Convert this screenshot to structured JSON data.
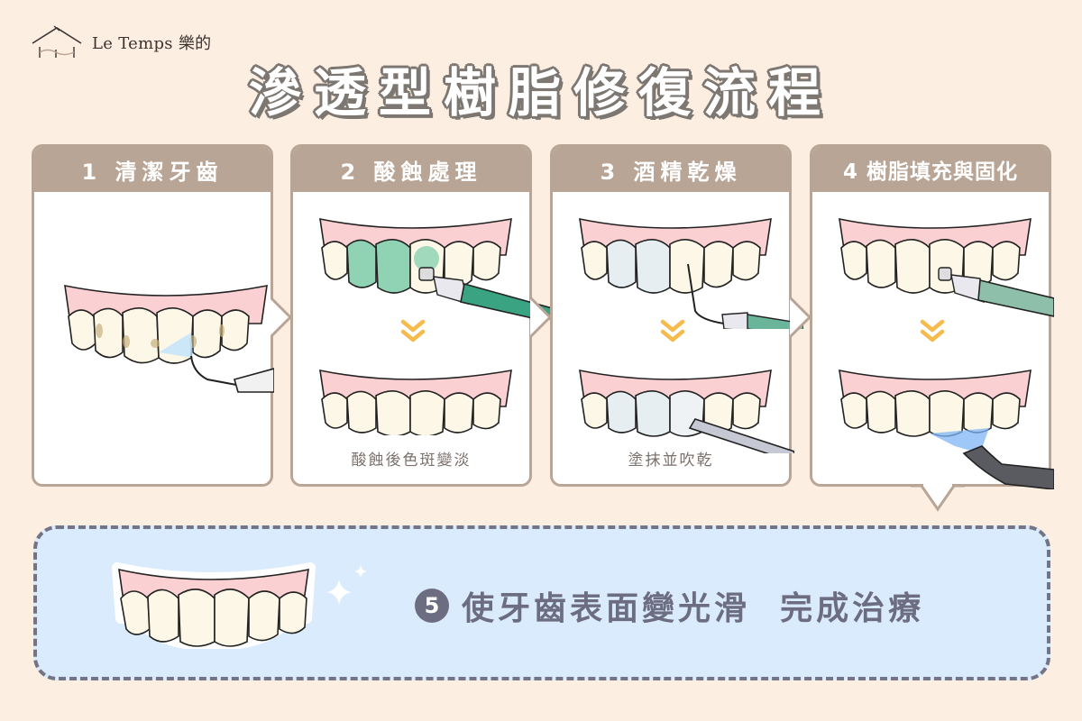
{
  "brand": {
    "name": "Le Temps 樂的",
    "icon": "house-logo-icon"
  },
  "title": "滲透型樹脂修復流程",
  "colors": {
    "background": "#fdeee2",
    "card_header": "#b8a595",
    "card_border": "#b8a595",
    "title_stroke": "#7d7772",
    "final_box_bg": "#d9ebfd",
    "final_box_border": "#737485",
    "final_text": "#6c6d80",
    "chevron": "#f5bb4e",
    "gum": "#fbd0d2",
    "tooth": "#fcf7e6",
    "acid_gel": "#8fd3b4"
  },
  "steps": [
    {
      "number": "1",
      "header": "1 清潔牙齒",
      "caption": ""
    },
    {
      "number": "2",
      "header": "2 酸蝕處理",
      "caption": "酸蝕後色斑變淡"
    },
    {
      "number": "3",
      "header": "3 酒精乾燥",
      "caption": "塗抹並吹乾"
    },
    {
      "number": "4",
      "header": "4 樹脂填充與固化",
      "caption": ""
    }
  ],
  "final_step": {
    "number": "5",
    "text": "使牙齒表面變光滑  完成治療"
  }
}
